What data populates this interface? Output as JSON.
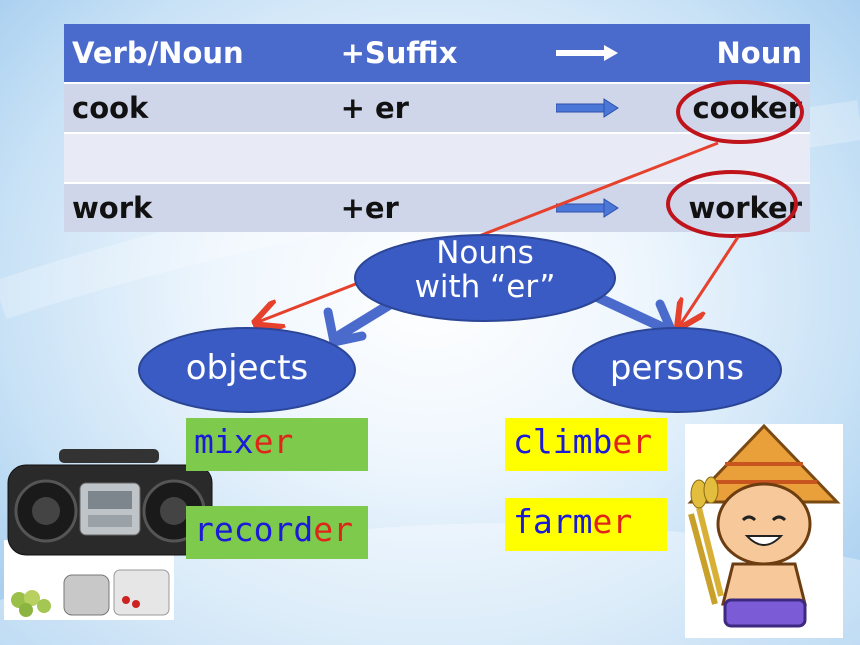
{
  "table": {
    "header": {
      "col1": "Verb/Noun",
      "col2": "+Suffix",
      "col4": "Noun"
    },
    "rows": [
      {
        "col1": "cook",
        "col2": "+ er",
        "col4": "cooker"
      },
      {
        "col1": "",
        "col2": "",
        "col4": ""
      },
      {
        "col1": "work",
        "col2": "+er",
        "col4": "worker"
      }
    ]
  },
  "diagram": {
    "center": {
      "line1": "Nouns",
      "line2": "with “er”"
    },
    "left": "objects",
    "right": "persons"
  },
  "words": {
    "mixer": {
      "stem": "mix",
      "suffix": "er"
    },
    "recorder": {
      "stem": "record",
      "suffix": "er"
    },
    "climber": {
      "stem": "climb",
      "suffix": "er"
    },
    "farmer": {
      "stem": "farm",
      "suffix": "er"
    }
  },
  "colors": {
    "header_blue": "#4b6bcc",
    "ellipse_blue": "#3a5bc4",
    "highlight_red": "#c0141c",
    "arrow_red": "#e5412c",
    "stem_blue": "#1a1ad8",
    "suffix_red": "#e0241a",
    "box_green": "#7dca4c",
    "box_yellow": "#ffff00"
  },
  "icons": [
    "boombox-icon",
    "kitchen-appliances-icon",
    "farmer-cartoon-icon"
  ]
}
